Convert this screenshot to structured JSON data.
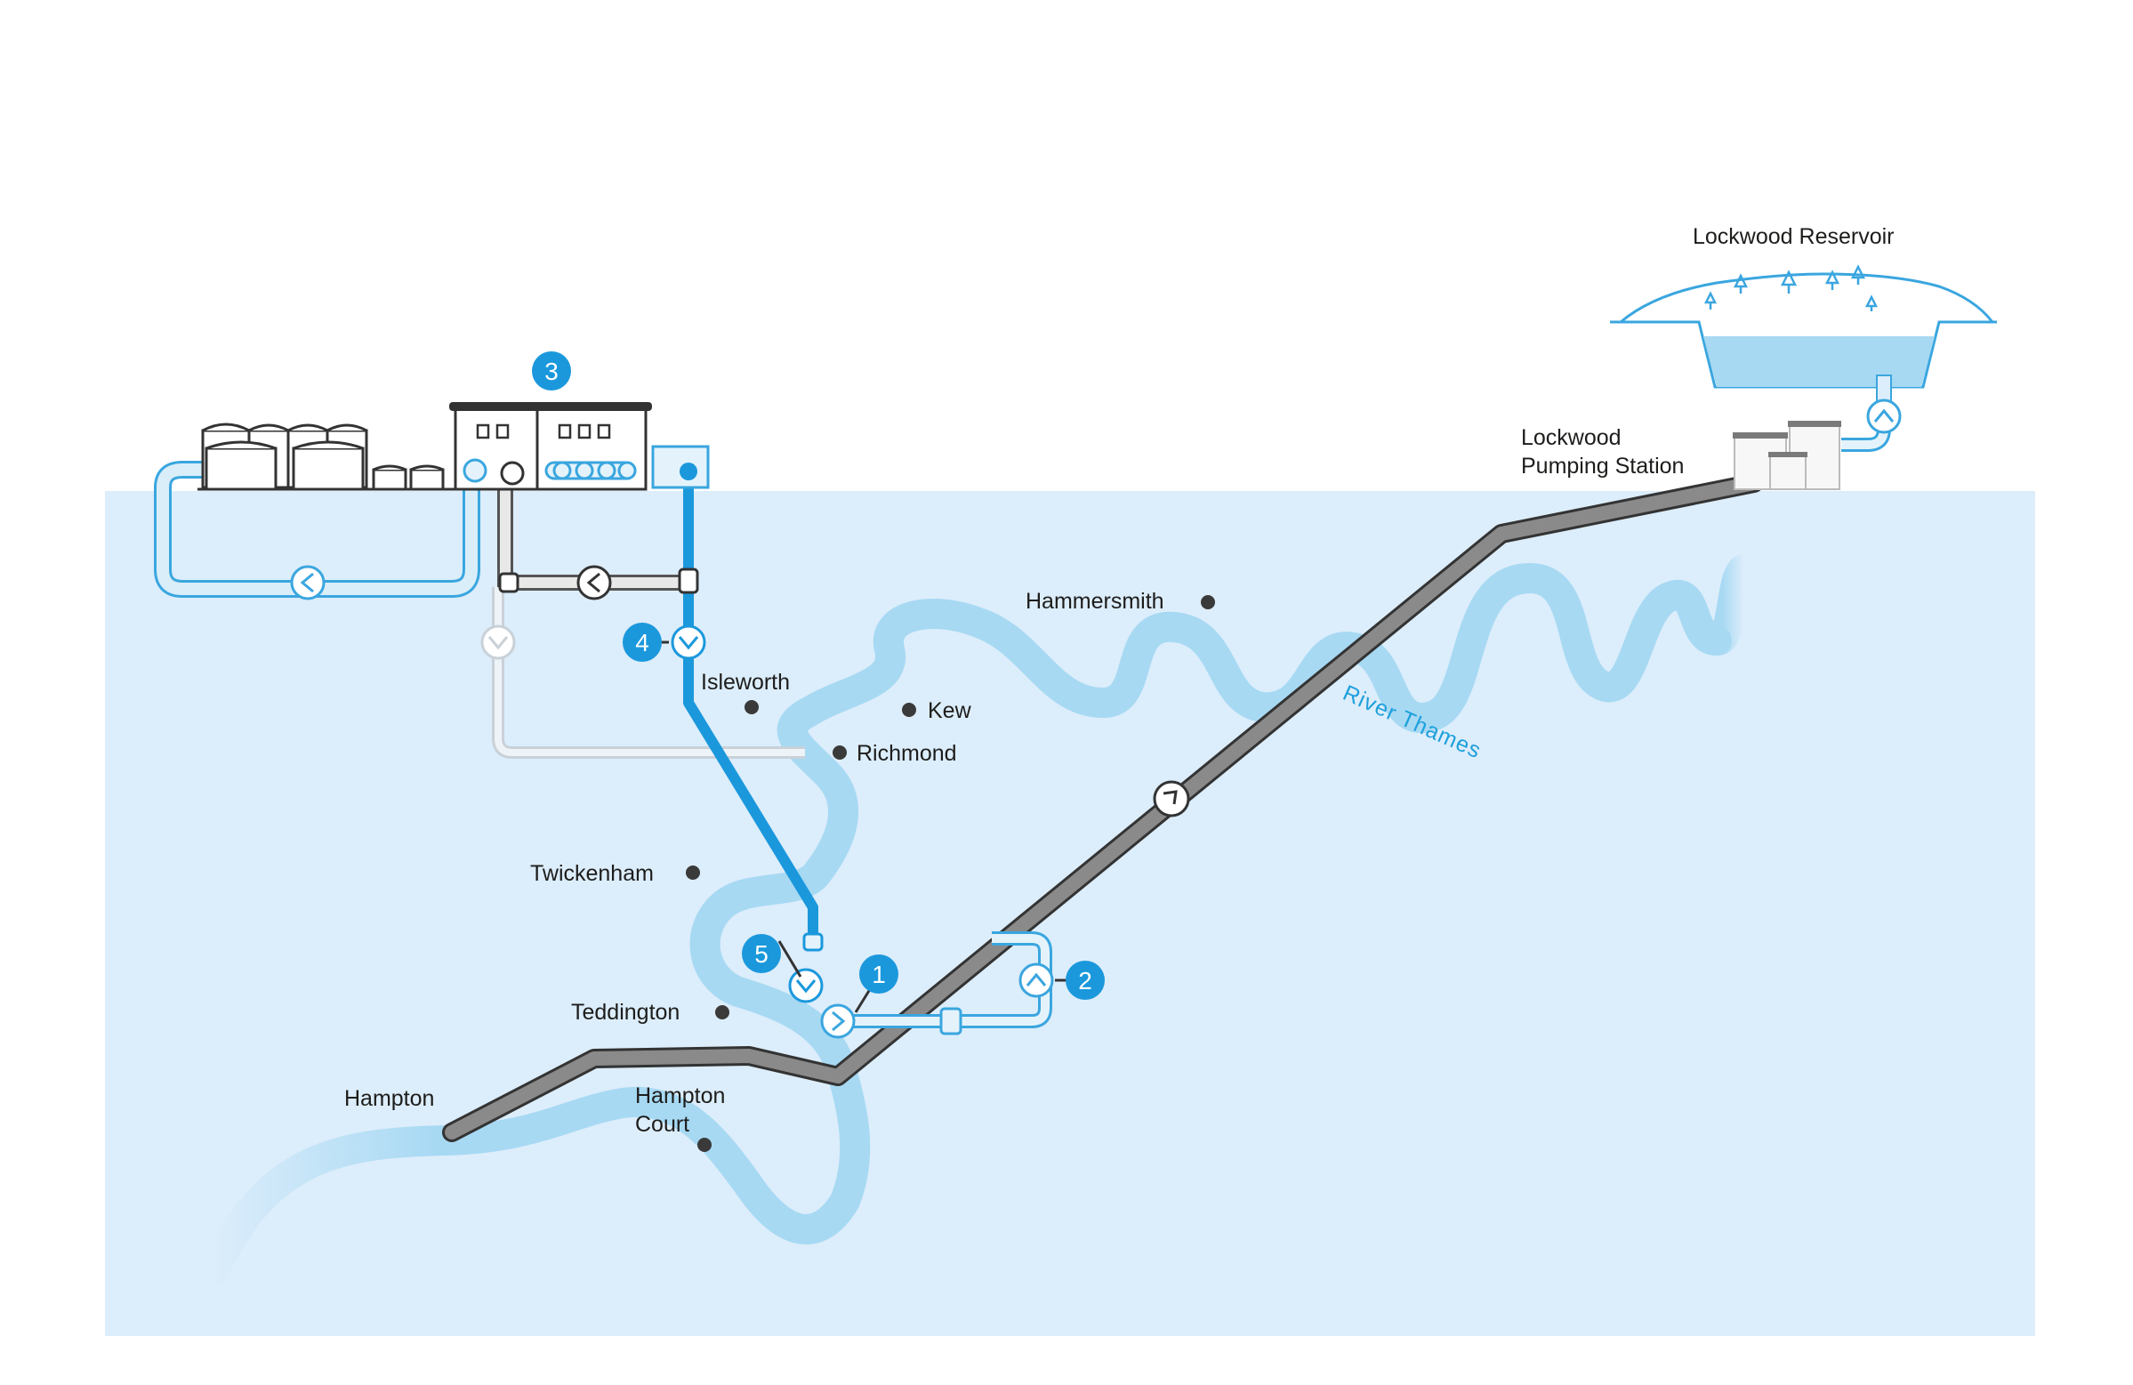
{
  "colors": {
    "background_area": "#dcedfb",
    "river": "#a7d9f3",
    "pipe_grey": "#8a8a8a",
    "pipe_outline": "#333333",
    "pipe_blue": "#1b98dc",
    "pipe_light": "#c7e6f6",
    "badge": "#1b98dc",
    "dot": "#3a3a3a"
  },
  "labels": {
    "reservoir": "Lockwood Reservoir",
    "pumping_station_line1": "Lockwood",
    "pumping_station_line2": "Pumping Station",
    "hammersmith": "Hammersmith",
    "isleworth": "Isleworth",
    "kew": "Kew",
    "richmond": "Richmond",
    "twickenham": "Twickenham",
    "teddington": "Teddington",
    "hampton": "Hampton",
    "hampton_court_line1": "Hampton",
    "hampton_court_line2": "Court",
    "river": "River Thames"
  },
  "badges": [
    "1",
    "2",
    "3",
    "4",
    "5"
  ],
  "icons": {
    "arrow_left": "arrow-left-icon",
    "arrow_down": "arrow-down-icon",
    "arrow_up": "arrow-up-icon",
    "arrow_right": "arrow-right-icon",
    "arrow_diagonal": "arrow-diagonal-icon"
  }
}
